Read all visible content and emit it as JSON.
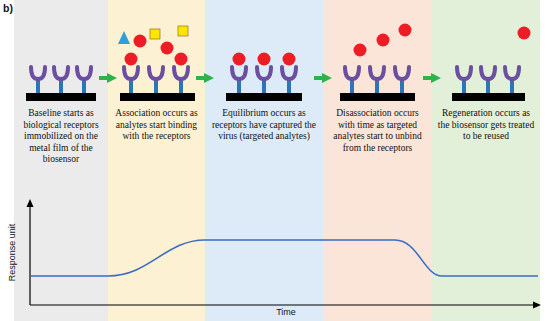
{
  "diagram": {
    "nodes": [
      {
        "text": [
          "Baseline starts as biological receptors immobilized on the metal film of the biosensor"
        ]
      },
      {
        "text": [
          "Association occurs as analytes start binding with the receptors"
        ]
      },
      {
        "text": [
          "Equilibrium occurs as receptors have captured the virus (targeted analytes)"
        ]
      },
      {
        "text": [
          "Disassociation occurs with time as targeted analytes start to unbind from the receptors"
        ]
      },
      {
        "text": [
          "Regeneration occurs as the biosensor gets treated to be reused"
        ]
      }
    ],
    "edges": [
      {
        "from": 0,
        "to": 1,
        "arrow": "to"
      },
      {
        "from": 1,
        "to": 2,
        "arrow": "to"
      },
      {
        "from": 2,
        "to": 3,
        "arrow": "to"
      },
      {
        "from": 3,
        "to": 4,
        "arrow": "to"
      }
    ],
    "labels": [
      "b)",
      "Response unit",
      "Time"
    ]
  }
}
